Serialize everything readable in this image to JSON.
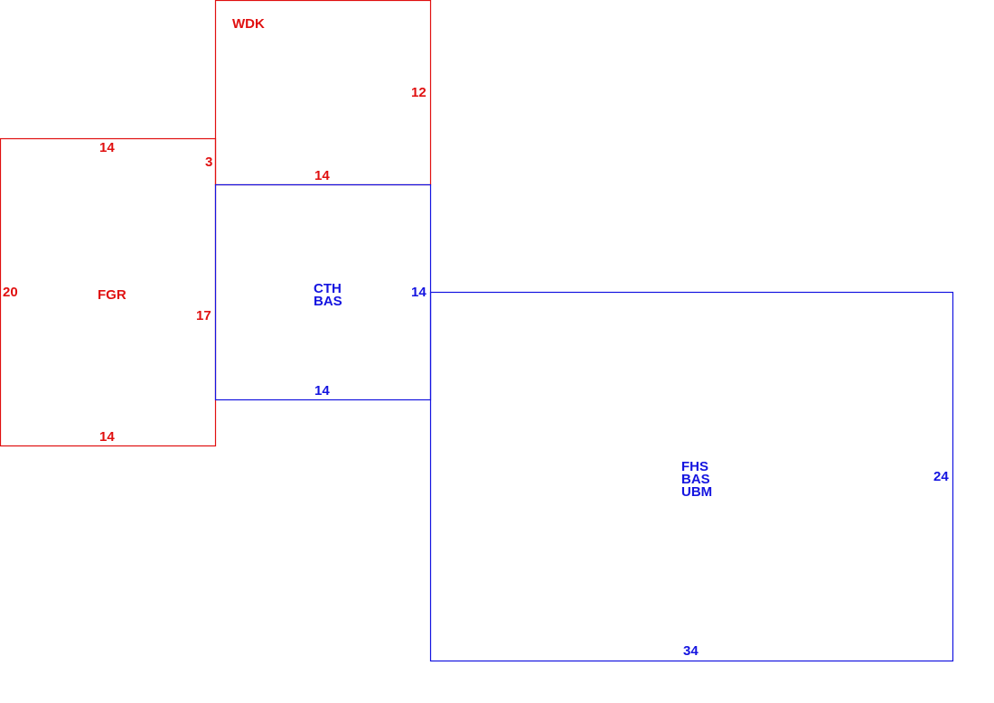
{
  "colors": {
    "red": "#e01010",
    "blue": "#1414e0"
  },
  "areas": {
    "wdk": {
      "label": "WDK",
      "color_key": "red"
    },
    "fgr": {
      "label": "FGR",
      "color_key": "red"
    },
    "cth": {
      "labels": [
        "CTH",
        "BAS"
      ],
      "color_key": "blue"
    },
    "fhs": {
      "labels": [
        "FHS",
        "BAS",
        "UBM"
      ],
      "color_key": "blue"
    }
  },
  "dimensions": {
    "wdk_right": "12",
    "wdk_bottom": "14",
    "fgr_top": "14",
    "fgr_notch": "3",
    "fgr_left": "20",
    "fgr_right": "17",
    "fgr_bottom": "14",
    "cth_right": "14",
    "cth_bottom": "14",
    "fhs_right": "24",
    "fhs_bottom": "34"
  }
}
